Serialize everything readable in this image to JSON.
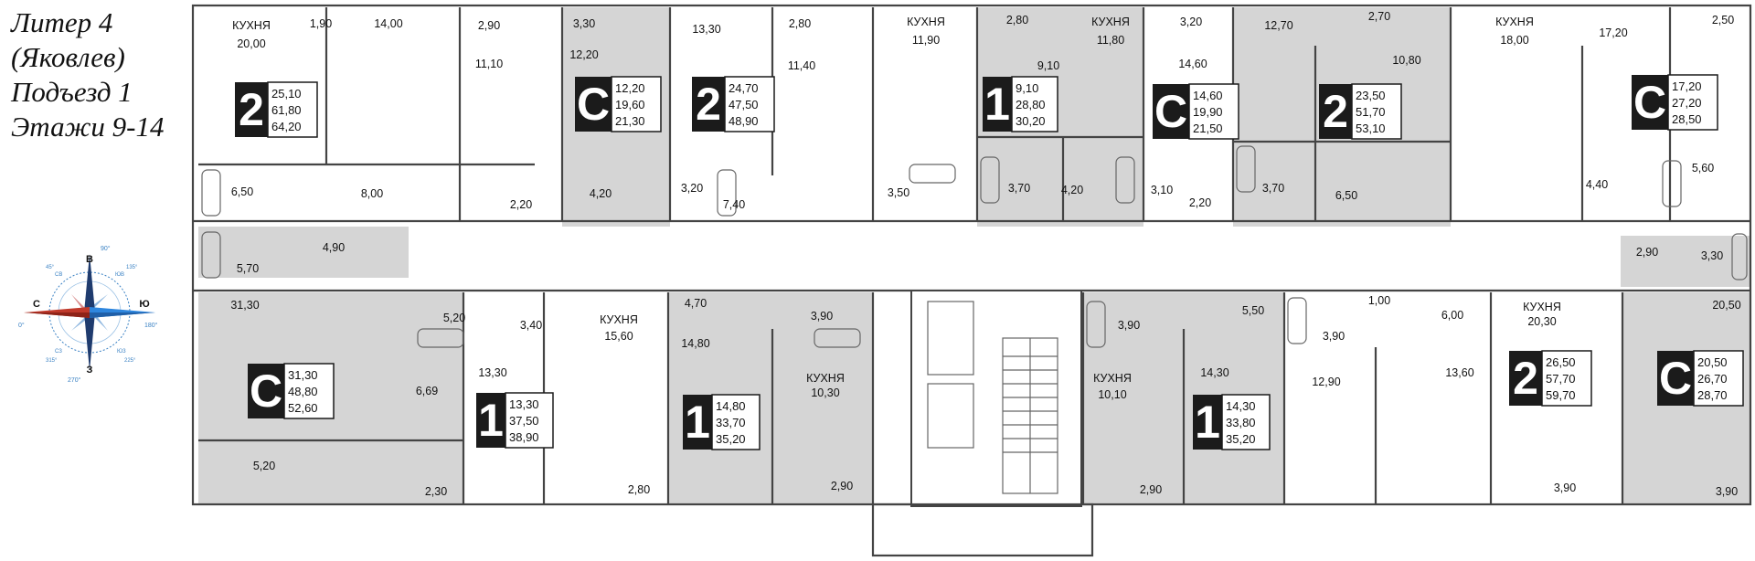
{
  "title": {
    "line1": "Литер 4",
    "line2": "(Яковлев)",
    "line3": "Подъезд 1",
    "line4": "Этажи 9-14"
  },
  "compass": {
    "north": "В",
    "south": "З",
    "west": "С",
    "east": "Ю",
    "deg_top": "90°",
    "deg_bottom": "270°",
    "deg_left": "0°",
    "deg_right": "180°",
    "nw": "СВ",
    "ne": "ЮВ",
    "sw": "СЗ",
    "se": "ЮЗ",
    "deg_nw": "45°",
    "deg_ne": "135°",
    "deg_sw": "315°",
    "deg_se": "225°",
    "colors": {
      "north_red": "#c0392b",
      "south_navy": "#1f3b6e",
      "east_blue": "#2e86de",
      "ring_blue": "#3b82c4"
    }
  },
  "kitchen_word": "КУХНЯ",
  "apartments": [
    {
      "type": "2",
      "values": [
        "25,10",
        "61,80",
        "64,20"
      ]
    },
    {
      "type": "C",
      "values": [
        "12,20",
        "19,60",
        "21,30"
      ]
    },
    {
      "type": "2",
      "values": [
        "24,70",
        "47,50",
        "48,90"
      ]
    },
    {
      "type": "1",
      "values": [
        "9,10",
        "28,80",
        "30,20"
      ]
    },
    {
      "type": "C",
      "values": [
        "14,60",
        "19,90",
        "21,50"
      ]
    },
    {
      "type": "2",
      "values": [
        "23,50",
        "51,70",
        "53,10"
      ]
    },
    {
      "type": "C",
      "values": [
        "17,20",
        "27,20",
        "28,50"
      ]
    },
    {
      "type": "C",
      "values": [
        "31,30",
        "48,80",
        "52,60"
      ]
    },
    {
      "type": "1",
      "values": [
        "13,30",
        "37,50",
        "38,90"
      ]
    },
    {
      "type": "1",
      "values": [
        "14,80",
        "33,70",
        "35,20"
      ]
    },
    {
      "type": "1",
      "values": [
        "14,30",
        "33,80",
        "35,20"
      ]
    },
    {
      "type": "2",
      "values": [
        "26,50",
        "57,70",
        "59,70"
      ]
    },
    {
      "type": "C",
      "values": [
        "20,50",
        "26,70",
        "28,70"
      ]
    }
  ],
  "kitchens": [
    {
      "area": "20,00"
    },
    {
      "area": "11,90"
    },
    {
      "area": "11,80"
    },
    {
      "area": "18,00"
    },
    {
      "area": "15,60"
    },
    {
      "area": "10,30"
    },
    {
      "area": "10,10"
    },
    {
      "area": "20,30"
    }
  ],
  "room_areas": [
    "1,90",
    "14,00",
    "2,90",
    "11,10",
    "3,30",
    "12,20",
    "13,30",
    "2,80",
    "11,40",
    "2,80",
    "9,10",
    "3,20",
    "14,60",
    "12,70",
    "2,70",
    "10,80",
    "17,20",
    "2,50",
    "6,50",
    "8,00",
    "2,20",
    "4,20",
    "3,20",
    "7,40",
    "3,50",
    "3,70",
    "4,20",
    "3,10",
    "2,20",
    "3,70",
    "6,50",
    "4,40",
    "5,60",
    "4,90",
    "5,70",
    "2,90",
    "3,30",
    "31,30",
    "5,20",
    "3,40",
    "4,70",
    "3,90",
    "3,90",
    "5,50",
    "1,00",
    "6,00",
    "20,50",
    "13,30",
    "14,80",
    "14,30",
    "3,90",
    "12,90",
    "13,60",
    "6,69",
    "5,20",
    "2,30",
    "2,80",
    "2,90",
    "2,90",
    "3,90",
    "3,90"
  ]
}
